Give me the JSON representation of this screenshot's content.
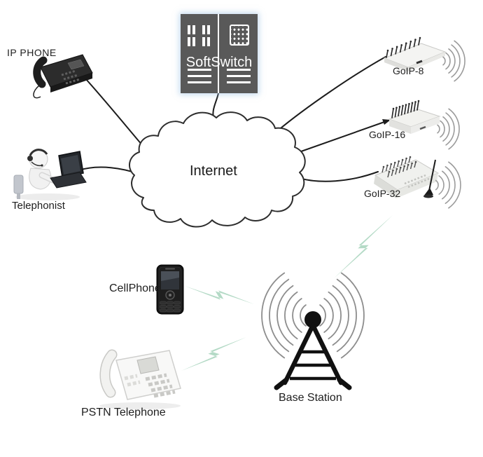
{
  "diagram": {
    "nodes": {
      "ip_phone": {
        "label": "IP PHONE"
      },
      "softswitch": {
        "label": "SoftSwitch"
      },
      "goip8": {
        "label": "GoIP-8"
      },
      "goip16": {
        "label": "GoIP-16"
      },
      "goip32": {
        "label": "GoIP-32"
      },
      "internet": {
        "label": "Internet"
      },
      "telephonist": {
        "label": "Telephonist"
      },
      "cellphone": {
        "label": "CellPhone"
      },
      "pstn_telephone": {
        "label": "PSTN Telephone"
      },
      "base_station": {
        "label": "Base Station"
      }
    },
    "links": {
      "wired": [
        "ip_phone-internet",
        "telephonist-internet",
        "softswitch-internet",
        "internet-goip8",
        "internet-goip16",
        "internet-goip32"
      ],
      "wireless": [
        "goip32-base_station",
        "cellphone-base_station",
        "pstn_telephone-base_station"
      ]
    },
    "colors": {
      "lightning_link": "#b4dac6",
      "server_body": "#595959",
      "connection_line": "#1c1c1c",
      "signal_arc": "#9b9b9b"
    }
  }
}
